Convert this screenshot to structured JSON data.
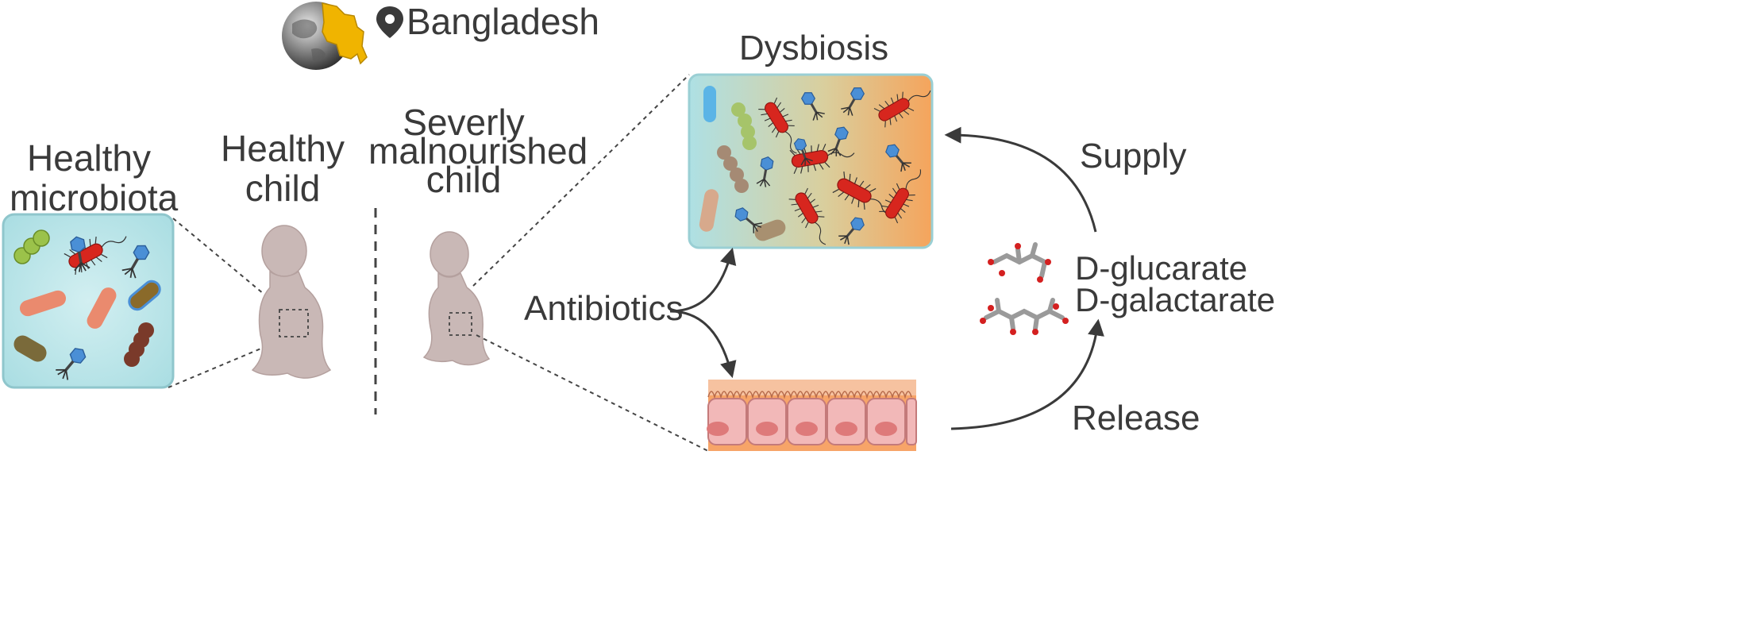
{
  "location": {
    "name": "Bangladesh",
    "icon": "map-pin-icon",
    "globe_icon": "globe-icon"
  },
  "labels": {
    "healthy_microbiota": [
      "Healthy",
      "microbiota"
    ],
    "healthy_child": [
      "Healthy",
      "child"
    ],
    "malnourished_child": [
      "Severly",
      "malnourished",
      "child"
    ],
    "dysbiosis": "Dysbiosis",
    "antibiotics": "Antibiotics",
    "supply": "Supply",
    "release": "Release",
    "compounds": [
      "D-glucarate",
      "D-galactarate"
    ]
  },
  "colors": {
    "text": "#3a3a3a",
    "child_silhouette": "#c9b8b6",
    "microbiota_bg": "#bfe6ea",
    "dysbiosis_bg_left": "#aee0e4",
    "dysbiosis_bg_right": "#f5a45c",
    "pathogen": "#d7261e",
    "phage": "#4a8fd6",
    "epithelium": "#f2b8b8",
    "lumen": "#f7a468",
    "bangladesh": "#f0b400"
  }
}
